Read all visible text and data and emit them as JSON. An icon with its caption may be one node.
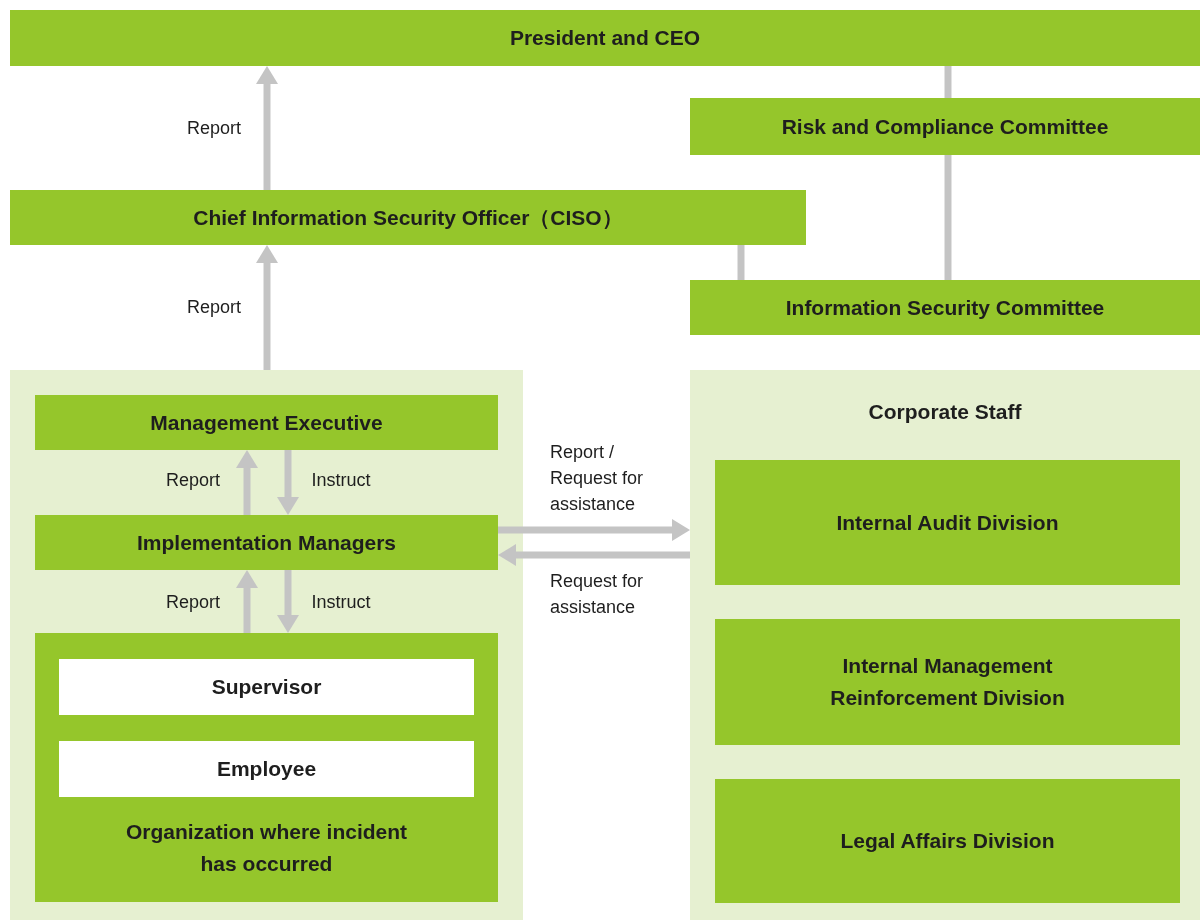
{
  "diagram": {
    "nodes": [
      {
        "text": [
          "President and CEO"
        ]
      },
      {
        "text": [
          "Risk and Compliance Committee"
        ]
      },
      {
        "text": [
          "Chief Information Security Officer（CISO）"
        ]
      },
      {
        "text": [
          "Information Security Committee"
        ]
      },
      {
        "text": [],
        "shape": "box"
      },
      {
        "text": [
          "Management Executive"
        ],
        "in": 4
      },
      {
        "text": [
          "Implementation Managers"
        ],
        "in": 4
      },
      {
        "text": [
          "Organization where incident has occurred"
        ],
        "in": 4
      },
      {
        "text": [
          "Supervisor"
        ],
        "in": 7
      },
      {
        "text": [
          "Employee"
        ],
        "in": 7
      },
      {
        "text": [
          "Corporate Staff"
        ]
      },
      {
        "text": [
          "Internal Audit Division"
        ],
        "in": 10
      },
      {
        "text": [
          "Internal Management Reinforcement Division"
        ],
        "in": 10
      },
      {
        "text": [
          "Legal Affairs Division"
        ],
        "in": 10
      }
    ],
    "edges": [
      {
        "from": 2,
        "to": 0,
        "arrow": "to",
        "label": "Report"
      },
      {
        "from": 4,
        "to": 2,
        "arrow": "to",
        "label": "Report"
      },
      {
        "from": 0,
        "to": 1,
        "arrow": "none"
      },
      {
        "from": 1,
        "to": 3,
        "arrow": "none"
      },
      {
        "from": 2,
        "to": 3,
        "arrow": "none"
      },
      {
        "from": 6,
        "to": 5,
        "arrow": "to",
        "label": "Report"
      },
      {
        "from": 5,
        "to": 6,
        "arrow": "to",
        "label": "Instruct"
      },
      {
        "from": 7,
        "to": 6,
        "arrow": "to",
        "label": "Report"
      },
      {
        "from": 6,
        "to": 7,
        "arrow": "to",
        "label": "Instruct"
      },
      {
        "from": 6,
        "to": 10,
        "arrow": "to",
        "label": "Report / Request for assistance"
      },
      {
        "from": 10,
        "to": 6,
        "arrow": "to",
        "label": "Request for assistance"
      }
    ]
  }
}
